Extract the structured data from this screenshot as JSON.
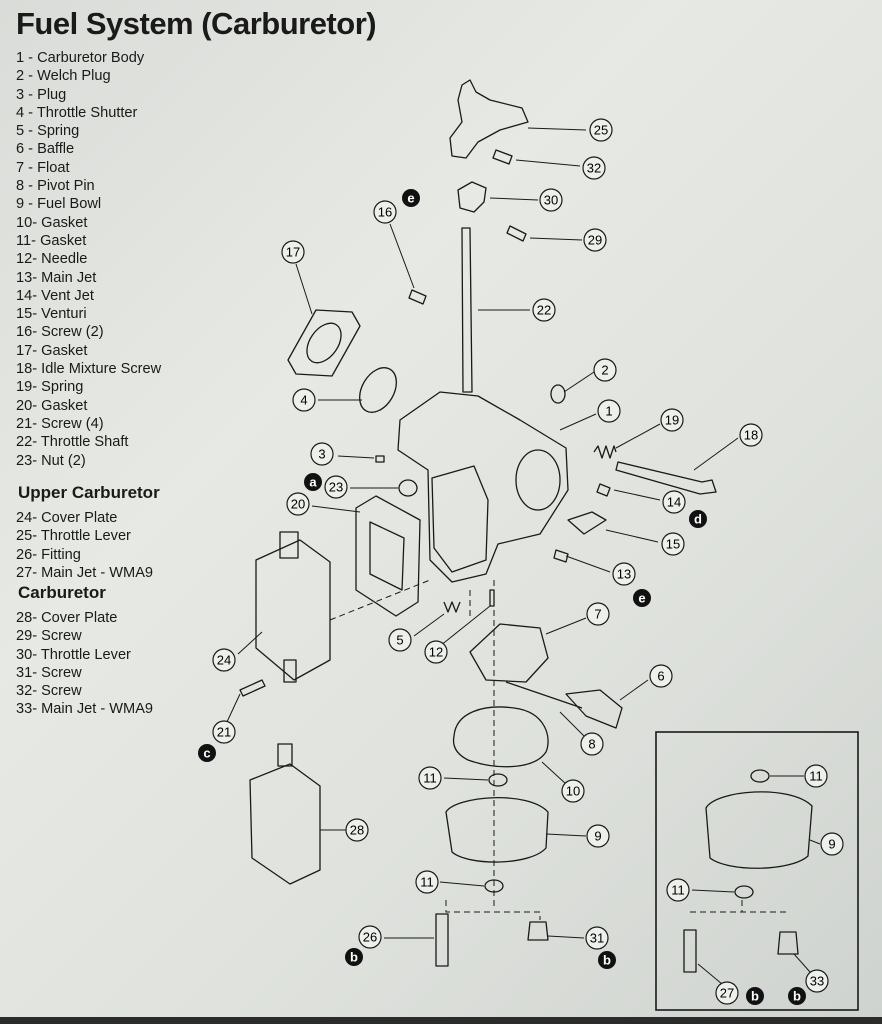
{
  "title": "Fuel System (Carburetor)",
  "legend_main": [
    "1 - Carburetor Body",
    "2 - Welch Plug",
    "3 - Plug",
    "4 - Throttle Shutter",
    "5 - Spring",
    "6 - Baffle",
    "7 - Float",
    "8 - Pivot Pin",
    "9 - Fuel Bowl",
    "10- Gasket",
    "11- Gasket",
    "12- Needle",
    "13- Main Jet",
    "14- Vent Jet",
    "15- Venturi",
    "16- Screw (2)",
    "17- Gasket",
    "18- Idle Mixture Screw",
    "19- Spring",
    "20- Gasket",
    "21- Screw (4)",
    "22- Throttle Shaft",
    "23- Nut (2)"
  ],
  "upper_heading": "Upper Carburetor",
  "legend_upper": [
    "24- Cover Plate",
    "25- Throttle Lever",
    "26- Fitting",
    "27- Main Jet - WMA9"
  ],
  "lower_heading": "Carburetor",
  "legend_lower": [
    "28- Cover Plate",
    "29- Screw",
    "30- Throttle Lever",
    "31- Screw",
    "32- Screw",
    "33- Main Jet - WMA9"
  ],
  "callouts": [
    "25",
    "32",
    "30",
    "29",
    "16",
    "17",
    "22",
    "2",
    "4",
    "1",
    "19",
    "18",
    "3",
    "23",
    "14",
    "20",
    "15",
    "13",
    "7",
    "5",
    "12",
    "24",
    "6",
    "21",
    "8",
    "11",
    "10",
    "9",
    "28",
    "26",
    "31",
    "27",
    "33"
  ],
  "reference_letters": [
    "a",
    "b",
    "c",
    "d",
    "e"
  ],
  "colors": {
    "ink": "#1a1a1a",
    "background": "#e2e5e0",
    "badge": "#111111"
  }
}
